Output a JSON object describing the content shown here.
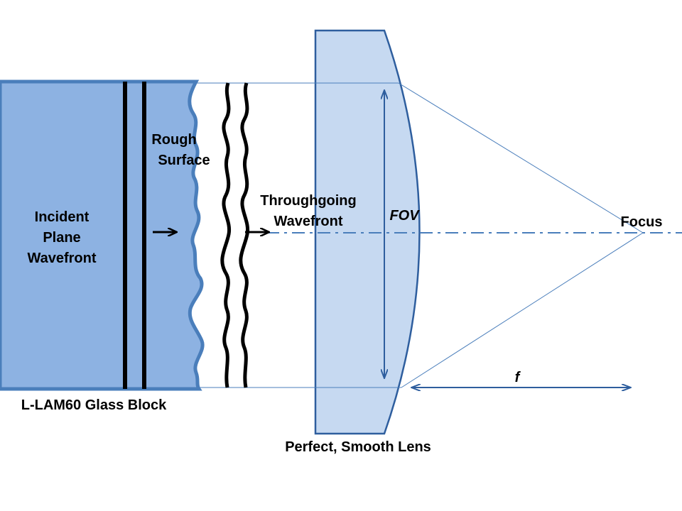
{
  "labels": {
    "incident_line1": "Incident",
    "incident_line2": "Plane",
    "incident_line3": "Wavefront",
    "rough_line1": "Rough",
    "rough_line2": "Surface",
    "throughgoing_line1": "Throughgoing",
    "throughgoing_line2": "Wavefront",
    "fov": "FOV",
    "focus": "Focus",
    "focal_length": "f",
    "glass_block": "L-LAM60 Glass Block",
    "lens": "Perfect, Smooth Lens"
  },
  "colors": {
    "block_fill": "#8DB2E2",
    "block_stroke": "#4A7EBB",
    "lens_fill": "#C6D9F1",
    "lens_stroke": "#2E5E9E",
    "ray": "#4A7EBB",
    "axis": "#4A7EBB",
    "wavefront": "#000000",
    "dimension_arrow": "#2E5E9E"
  }
}
